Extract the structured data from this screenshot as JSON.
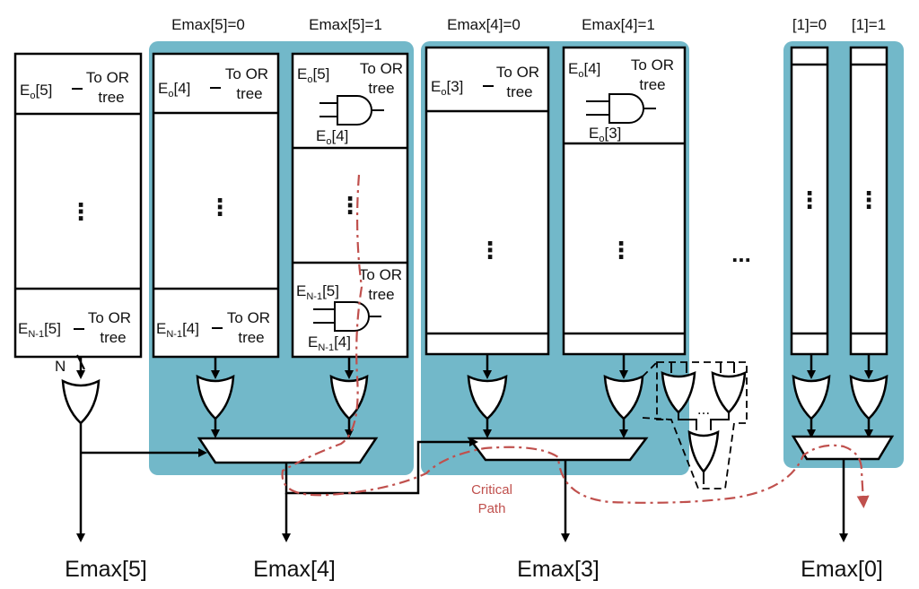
{
  "headers": {
    "emax5_0": "Emax[5]=0",
    "emax5_1": "Emax[5]=1",
    "emax4_0": "Emax[4]=0",
    "emax4_1": "Emax[4]=1",
    "b1_0": "[1]=0",
    "b1_1": "[1]=1"
  },
  "labels": {
    "to_or": "To OR",
    "tree": "tree",
    "E": "E",
    "sub_o": "o",
    "sub_n1": "N-1",
    "idx5": "[5]",
    "idx4": "[4]",
    "idx3": "[3]",
    "N": "N",
    "vdots": "⋮",
    "hdots": "...",
    "hdots_big": "..."
  },
  "outputs": {
    "emax5": "Emax[5]",
    "emax4": "Emax[4]",
    "emax3": "Emax[3]",
    "emax0": "Emax[0]"
  },
  "critical_path": {
    "line1": "Critical",
    "line2": "Path",
    "color": "#c0504d"
  },
  "colors": {
    "highlight": "#72b8c9",
    "stroke": "#000000"
  }
}
